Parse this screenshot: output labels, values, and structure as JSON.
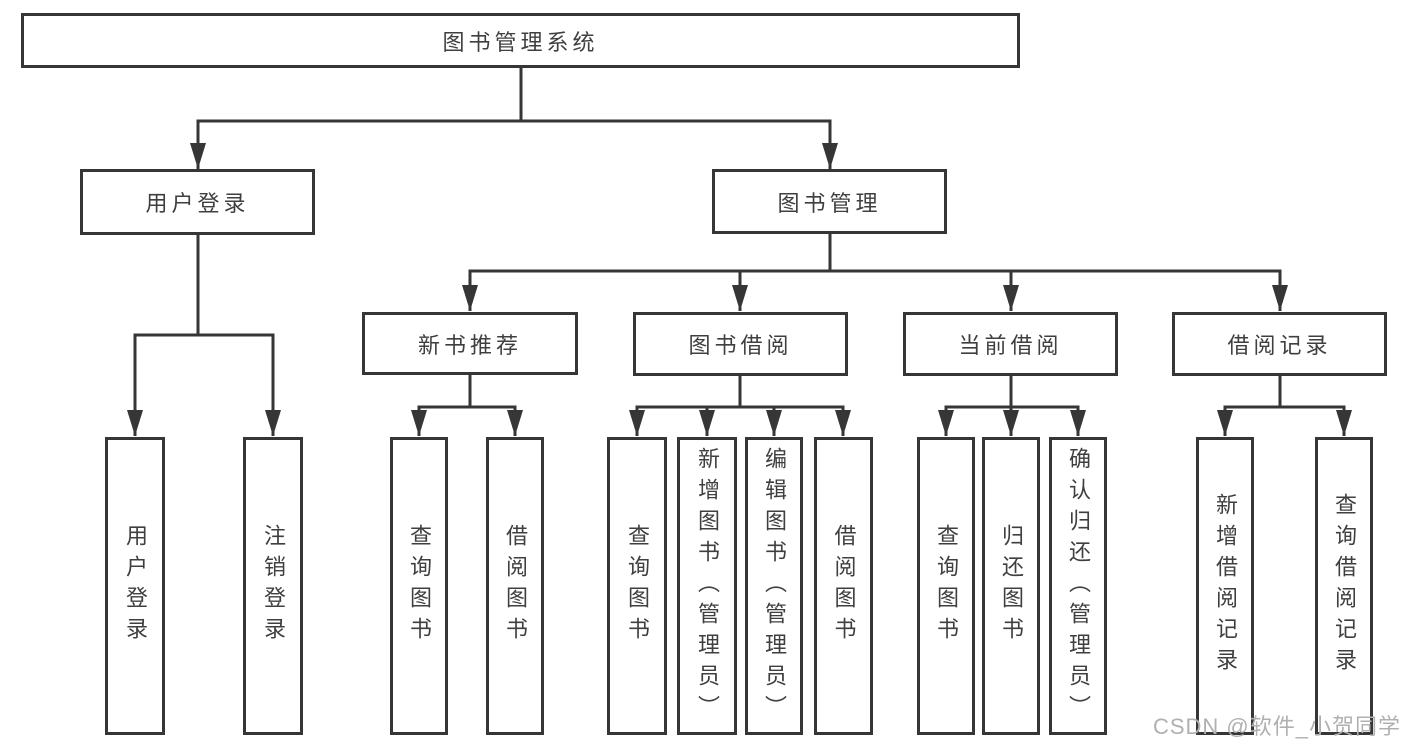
{
  "watermark": "CSDN @软件_小贺同学",
  "colors": {
    "line": "#363636",
    "text": "#3f3f3f",
    "background": "#ffffff",
    "watermark": "#b0b0b0"
  },
  "tree": {
    "label": "图书管理系统",
    "children": [
      {
        "label": "用户登录",
        "children": [
          {
            "label": "用户登录"
          },
          {
            "label": "注销登录"
          }
        ]
      },
      {
        "label": "图书管理",
        "children": [
          {
            "label": "新书推荐",
            "children": [
              {
                "label": "查询图书"
              },
              {
                "label": "借阅图书"
              }
            ]
          },
          {
            "label": "图书借阅",
            "children": [
              {
                "label": "查询图书"
              },
              {
                "label": "新增图书（管理员）"
              },
              {
                "label": "编辑图书（管理员）"
              },
              {
                "label": "借阅图书"
              }
            ]
          },
          {
            "label": "当前借阅",
            "children": [
              {
                "label": "查询图书"
              },
              {
                "label": "归还图书"
              },
              {
                "label": "确认归还（管理员）"
              }
            ]
          },
          {
            "label": "借阅记录",
            "children": [
              {
                "label": "新增借阅记录"
              },
              {
                "label": "查询借阅记录"
              }
            ]
          }
        ]
      }
    ]
  }
}
